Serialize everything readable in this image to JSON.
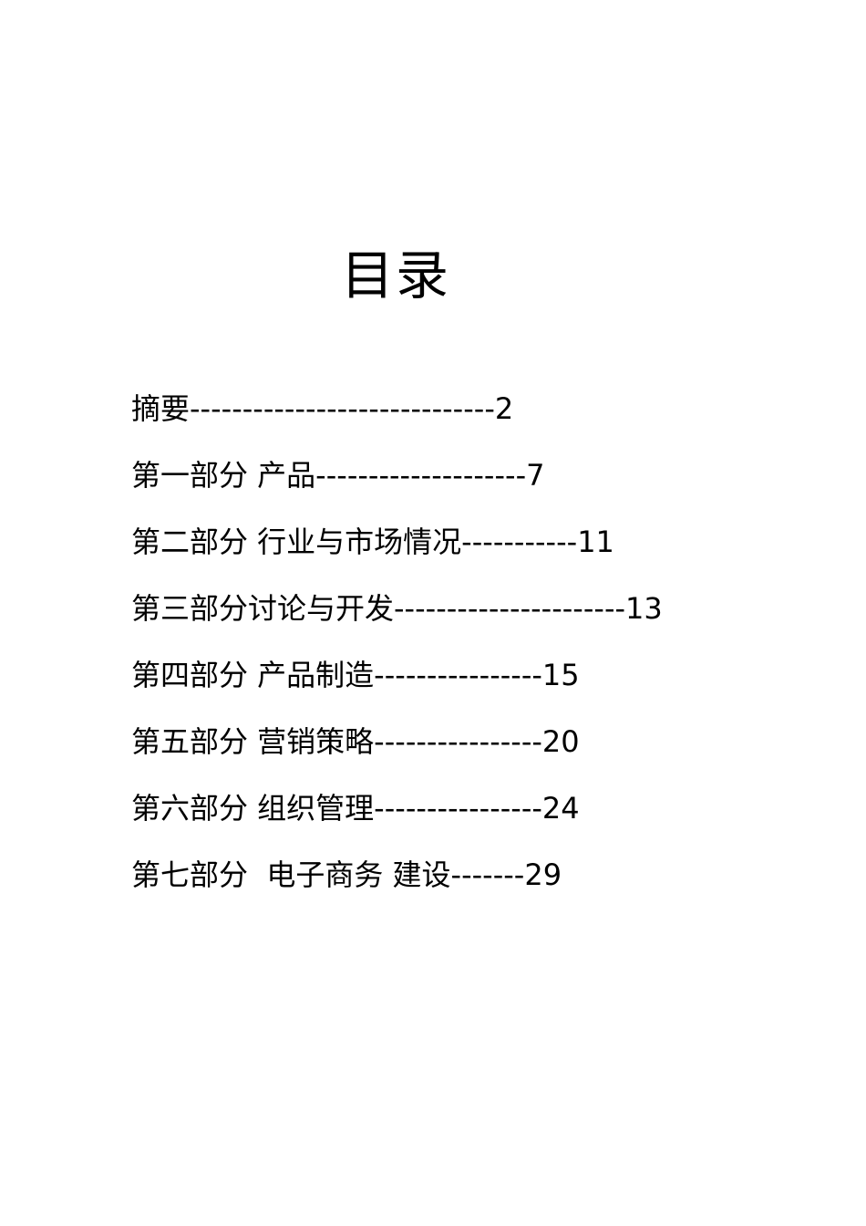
{
  "document": {
    "title": "目录",
    "toc": [
      {
        "text": "摘要-----------------------------2"
      },
      {
        "text": "第一部分 产品--------------------7"
      },
      {
        "text": "第二部分 行业与市场情况-----------11"
      },
      {
        "text": "第三部分讨论与开发----------------------13"
      },
      {
        "text": "第四部分 产品制造----------------15"
      },
      {
        "text": "第五部分 营销策略----------------20"
      },
      {
        "text": "第六部分 组织管理----------------24"
      },
      {
        "text": "第七部分  电子商务 建设-------29"
      }
    ]
  }
}
